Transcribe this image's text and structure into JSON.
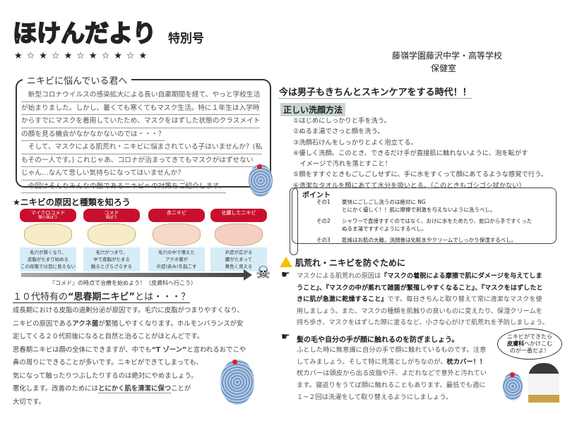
{
  "header": {
    "title": "ほけんだより",
    "badge": "特別号",
    "stars": "★☆★☆★☆★☆★☆★",
    "school": "藤嶺学園藤沢中学・高等学校",
    "office": "保健室"
  },
  "intro": {
    "title": "ニキビに悩んでいる君へ",
    "lines": [
      "　新型コロナウイルスの感染拡大による長い自粛期間を経て、やっと学校生活",
      "が始まりました。しかし、暑くても寒くてもマスク生活。特に１年生は入学時",
      "からすでにマスクを着用していたため、マスクをはずした状態のクラスメイト",
      "の顔を見る機会がなかなかないのでは・・・？",
      "　そして、マスクによる肌荒れ・ニキビに悩まされている子はいませんか？(私",
      "もその一人です。) これじゃあ、コロナが治まってきてもマスクがはずせない",
      "じゃん…なんて悲しい気持ちになってはいませんか？",
      "　今回はそんなみんなの敵であるニキビへの対策をご紹介します。"
    ]
  },
  "acne_types": {
    "title": "★ニキビの原因と種類を知ろう",
    "stages": [
      {
        "tag": "マイクロコメド",
        "sub": "微小面ぽう",
        "desc": [
          "毛穴が狭くなり、",
          "皮脂がたまり始める",
          "この段階では目に見えない"
        ]
      },
      {
        "tag": "コメド",
        "sub": "面ぽう",
        "desc": [
          "毛穴がつまり、",
          "中で皮脂がたまる",
          "触るとざらざらする"
        ]
      },
      {
        "tag": "赤ニキビ",
        "sub": "",
        "desc": [
          "毛穴の中で増えた",
          "アクネ菌が",
          "炎症(赤み)を起こす"
        ]
      },
      {
        "tag": "化膿したニキビ",
        "sub": "",
        "desc": [
          "炎症が広がる",
          "膿がたまって",
          "黄色く見える"
        ]
      }
    ],
    "note": "『コメド』の時点で治療を始めよう！（皮膚科へ行こう）",
    "skull": "☠"
  },
  "puberty": {
    "heading_pre": "１０代特有の",
    "heading_bold": "“思春期ニキビ”",
    "heading_post": "とは・・・？",
    "l1": "成長期における皮脂の過剰分泌が原因です。毛穴に皮脂がつまりやすくなり、",
    "l2a": "ニキビの原因である",
    "l2b": "アクネ菌",
    "l2c": "が繁殖しやすくなります。ホルモンバランスが安",
    "l3": "定してくる２０代前後になると自然と治ることがほとんどです。",
    "l4a": "思春期ニキビは顔の全体にできますが、中でも",
    "l4b": "“T ゾーン”",
    "l4c": "と言われるおでこや",
    "l5": "鼻の周りにできることが多いです。ニキビができてしまっても、",
    "l6": "気になって触ったりつぶしたりするのは絶対にやめましょう。",
    "l7a": "悪化します。改善のためには",
    "l7b": "とにかく肌を清潔に保つ",
    "l7c": "ことが",
    "l8": "大切です。"
  },
  "skincare": {
    "heading": "今は男子もきちんとスキンケアをする時代！！",
    "wash_title": "正しい洗顔方法",
    "steps": [
      "①はじめにしっかりと手を洗う。",
      "②ぬるま湯でさっと顔を洗う。",
      "③洗顔石けんをしっかりとよく泡立てる。",
      "④優しく洗顔。このとき、できるだけ手が直接肌に触れないように、泡を転がす",
      "　イメージで汚れを落とすこと！",
      "⑤顔をすすぐときもごしごしせずに、手に水をすくって顔にあてるような感覚で行う。",
      "⑥清潔なタオルを顔にあてて水分を吸いとる。（このときもゴシゴシ拭かない）"
    ]
  },
  "points": {
    "title": "ポイント",
    "items": [
      {
        "num": "その1",
        "lines": [
          "豪快にごしごし洗うのは絶対に NG",
          "とにかく優しく！！肌に摩擦で刺激を与えないように洗うべし。"
        ]
      },
      {
        "num": "その2",
        "lines": [
          "シャワーで直接すすぐのではなく、おけに水をためたり、蛇口から手ですくった",
          "ぬるま湯ですすぐようにするべし。"
        ]
      },
      {
        "num": "その3",
        "lines": [
          "乾燥はお肌の大敵。洗顔後は化粧水やクリームでしっかり保湿するべし。"
        ]
      }
    ]
  },
  "prevention": {
    "heading": "肌荒れ・ニキビを防ぐために",
    "p1": [
      "マスクによる肌荒れの原因は",
      "『マスクの着脱による摩擦で肌にダメージを与えてしま",
      "うこと』、『マスクの中が蒸れて雑菌が繁殖しやすくなること』、『マスクをはずしたと",
      "きに肌が急激に乾燥すること』",
      "です。毎日きちんと取り替えて常に清潔なマスクを使",
      "用しましょう。また、マスクの種類を肌触りの良いものに変えたり、保湿クリームを",
      "持ち歩き、マスクをはずした際に塗るなど、小さな心がけで肌荒れを予防しましょう。"
    ],
    "p2_title": "髪の毛や自分の手が顔に触れるのを防ぎましょう。",
    "p2": [
      "ふとした時に無意識に自分の手で顔に触れているものです。注意",
      "してみましょう。そして特に見落としがちなのが、",
      "枕カバー！！",
      "枕カバーは頭皮から出る皮脂や汗、よだれなどで意外と汚れてい",
      "ます。寝返りをうてば顔に触れることもあります。最低でも週に",
      "１~２回は洗濯をして取り替えるようにしましょう。"
    ],
    "bubble": [
      "ニキビができたら",
      "皮膚科",
      "へかけこむ",
      "のが一番だよ！"
    ]
  }
}
